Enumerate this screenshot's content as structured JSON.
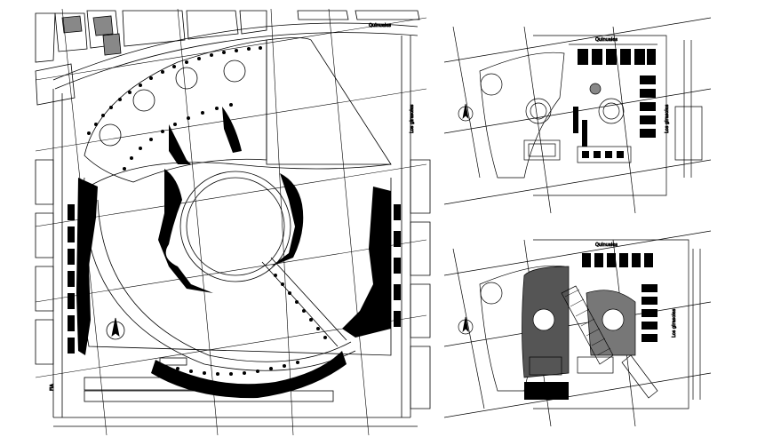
{
  "plans": [
    {
      "id": "main",
      "street_top": "Quinuales",
      "street_right": "Los girasoles",
      "corner_mark": "FIA"
    },
    {
      "id": "upper-right",
      "street_top": "Quinuales",
      "street_right": "Los girasoles"
    },
    {
      "id": "lower-right",
      "street_top": "Quinuales",
      "street_right": "Los girasoles"
    }
  ],
  "colors": {
    "ink": "#000000",
    "paper": "#ffffff"
  },
  "icons": [
    "north-arrow-icon",
    "north-arrow-icon",
    "north-arrow-icon"
  ]
}
